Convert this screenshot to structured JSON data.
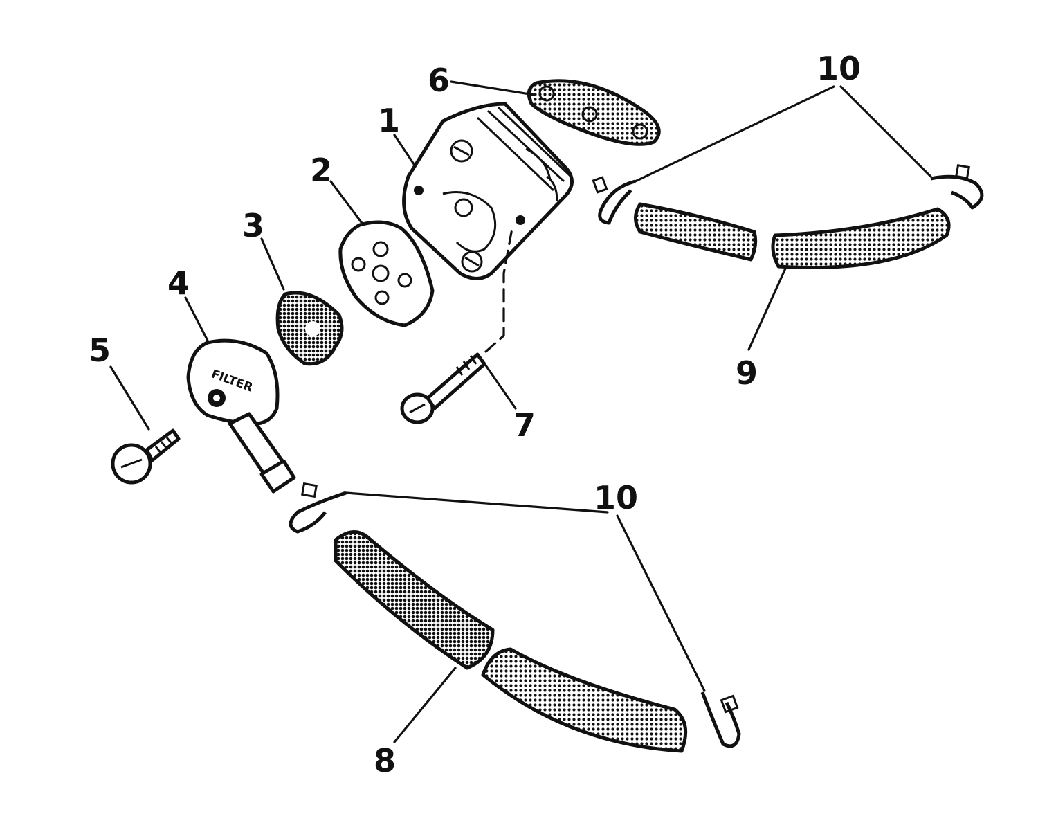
{
  "callouts": {
    "c1": "1",
    "c2": "2",
    "c3": "3",
    "c4": "4",
    "c5": "5",
    "c6": "6",
    "c7": "7",
    "c8": "8",
    "c9": "9",
    "c10a": "10",
    "c10b": "10"
  },
  "filter_cap_text": "FILTER",
  "colors": {
    "ink": "#111111",
    "paper": "#ffffff"
  }
}
